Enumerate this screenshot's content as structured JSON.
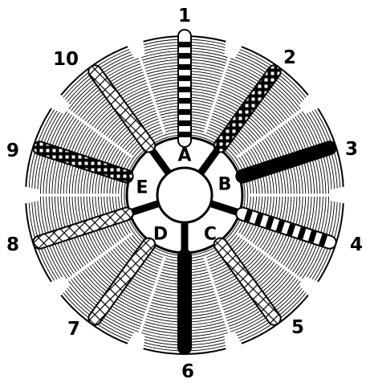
{
  "diagram": {
    "segment_labels": [
      "A",
      "B",
      "C",
      "D",
      "E"
    ],
    "wire_labels": [
      "1",
      "2",
      "3",
      "4",
      "5",
      "6",
      "7",
      "8",
      "9",
      "10"
    ],
    "wire_patterns": [
      "banded",
      "dotted",
      "solid",
      "banded",
      "braided",
      "solid",
      "braided",
      "braided",
      "dotted",
      "braided"
    ],
    "colors": {
      "ink": "#000000",
      "paper": "#ffffff"
    }
  }
}
